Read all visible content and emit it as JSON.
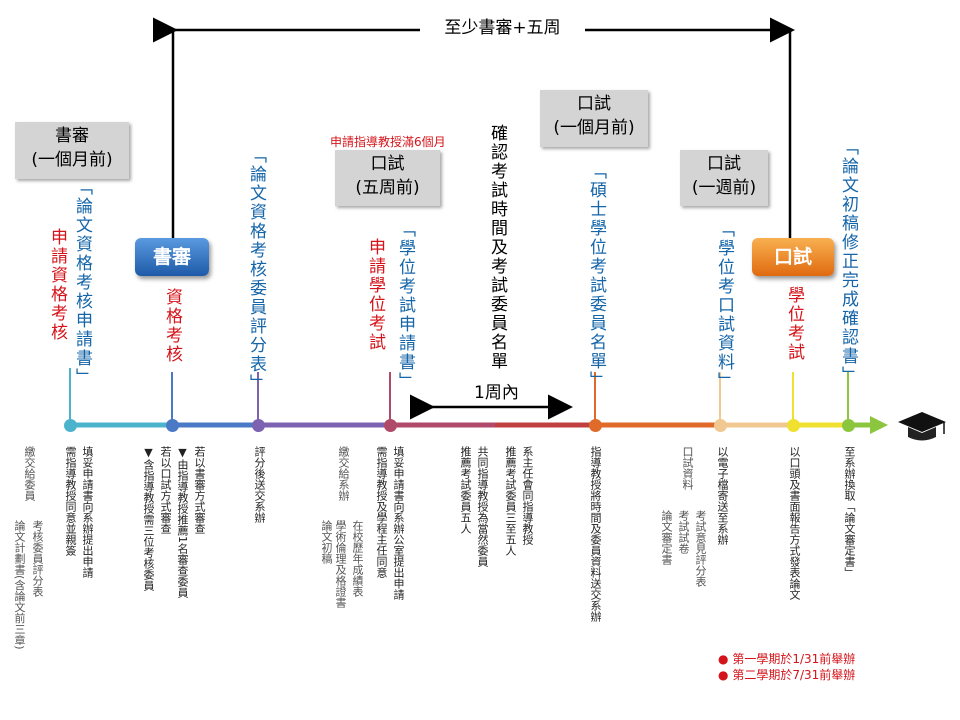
{
  "top_span_label": "至少書審+五周",
  "badges": {
    "review": "書審",
    "oral": "口試"
  },
  "boxes": {
    "review_month": "書審\n(一個月前)",
    "oral_five_weeks": "口試\n(五周前)",
    "oral_month": "口試\n(一個月前)",
    "oral_week": "口試\n(一週前)"
  },
  "advisor_note": "申請指導教授滿6個月",
  "one_week_label": "1周內",
  "steps": {
    "s1_red": "申請資格考核",
    "s1_blue": "「論文資格考核申請書」",
    "s2_red": "資格考核",
    "s3_blue": "「論文資格考核委員評分表」",
    "s4_red": "申請學位考試",
    "s4_blue": "「學位考試申請書」",
    "s5_black": "確認考試時間及考試委員名單",
    "s6_blue": "「碩士學位考試委員名單」",
    "s7_blue": "「學位考口試資料」",
    "s8_red": "學位考試",
    "s9_blue": "「論文初稿修正完成確認書」"
  },
  "notes": {
    "n1_gray_a": "繳交給委員",
    "n1_gray_b": "論文計劃書(含論文前三章)",
    "n1_gray_c": "考核委員評分表",
    "n1_a": "填妥申請書向系辦提出申請",
    "n1_b": "需指導教授同意並親簽",
    "n2_a": "若以書審方式審查",
    "n2_b": "▼由指導教授推薦1名審查委員",
    "n2_c": "若以口試方式審查",
    "n2_d": "▼含指導教授需三位考核委員",
    "n3_a": "評分後送交系辦",
    "n4_gray_a": "繳交給系辦",
    "n4_gray_b": "論文初稿",
    "n4_gray_c": "在校歷年成績表",
    "n4_gray_d": "學術倫理及格證書",
    "n4_a": "填妥申請書向系辦公室提出申請",
    "n4_b": "需指導教授及學程主任同意",
    "n5_a": "共同指導教授為當然委員",
    "n5_b": "推薦考試委員五人",
    "n5_c": "系主任會同指導教授",
    "n5_d": "推薦考試委員三至五人",
    "n6_a": "指導教授將時間及委員資料送交系辦",
    "n7_gray_a": "口試資料",
    "n7_gray_b": "考試試卷",
    "n7_gray_c": "論文審定書",
    "n7_gray_d": "考試意見評分表",
    "n7_a": "以電子檔寄送至系辦",
    "n8_a": "以口頭及書面報告方式發表論文",
    "n9_a": "至系辦換取「論文審定書」"
  },
  "footnotes": [
    "第一學期於1/31前舉辦",
    "第二學期於7/31前舉辦"
  ],
  "colors": {
    "red": "#d4141a",
    "blue": "#1565a8",
    "badge_blue": "#2a6fc0",
    "badge_orange": "#f08a1c",
    "timeline": [
      "#4bb4cc",
      "#4a79c6",
      "#7c62b0",
      "#b04a6a",
      "#c04040",
      "#e06a2a",
      "#f0a04a",
      "#f0c000",
      "#f0e030",
      "#8cc63f"
    ]
  },
  "icons": [
    "graduation-cap-icon",
    "timeline-arrow-icon"
  ]
}
